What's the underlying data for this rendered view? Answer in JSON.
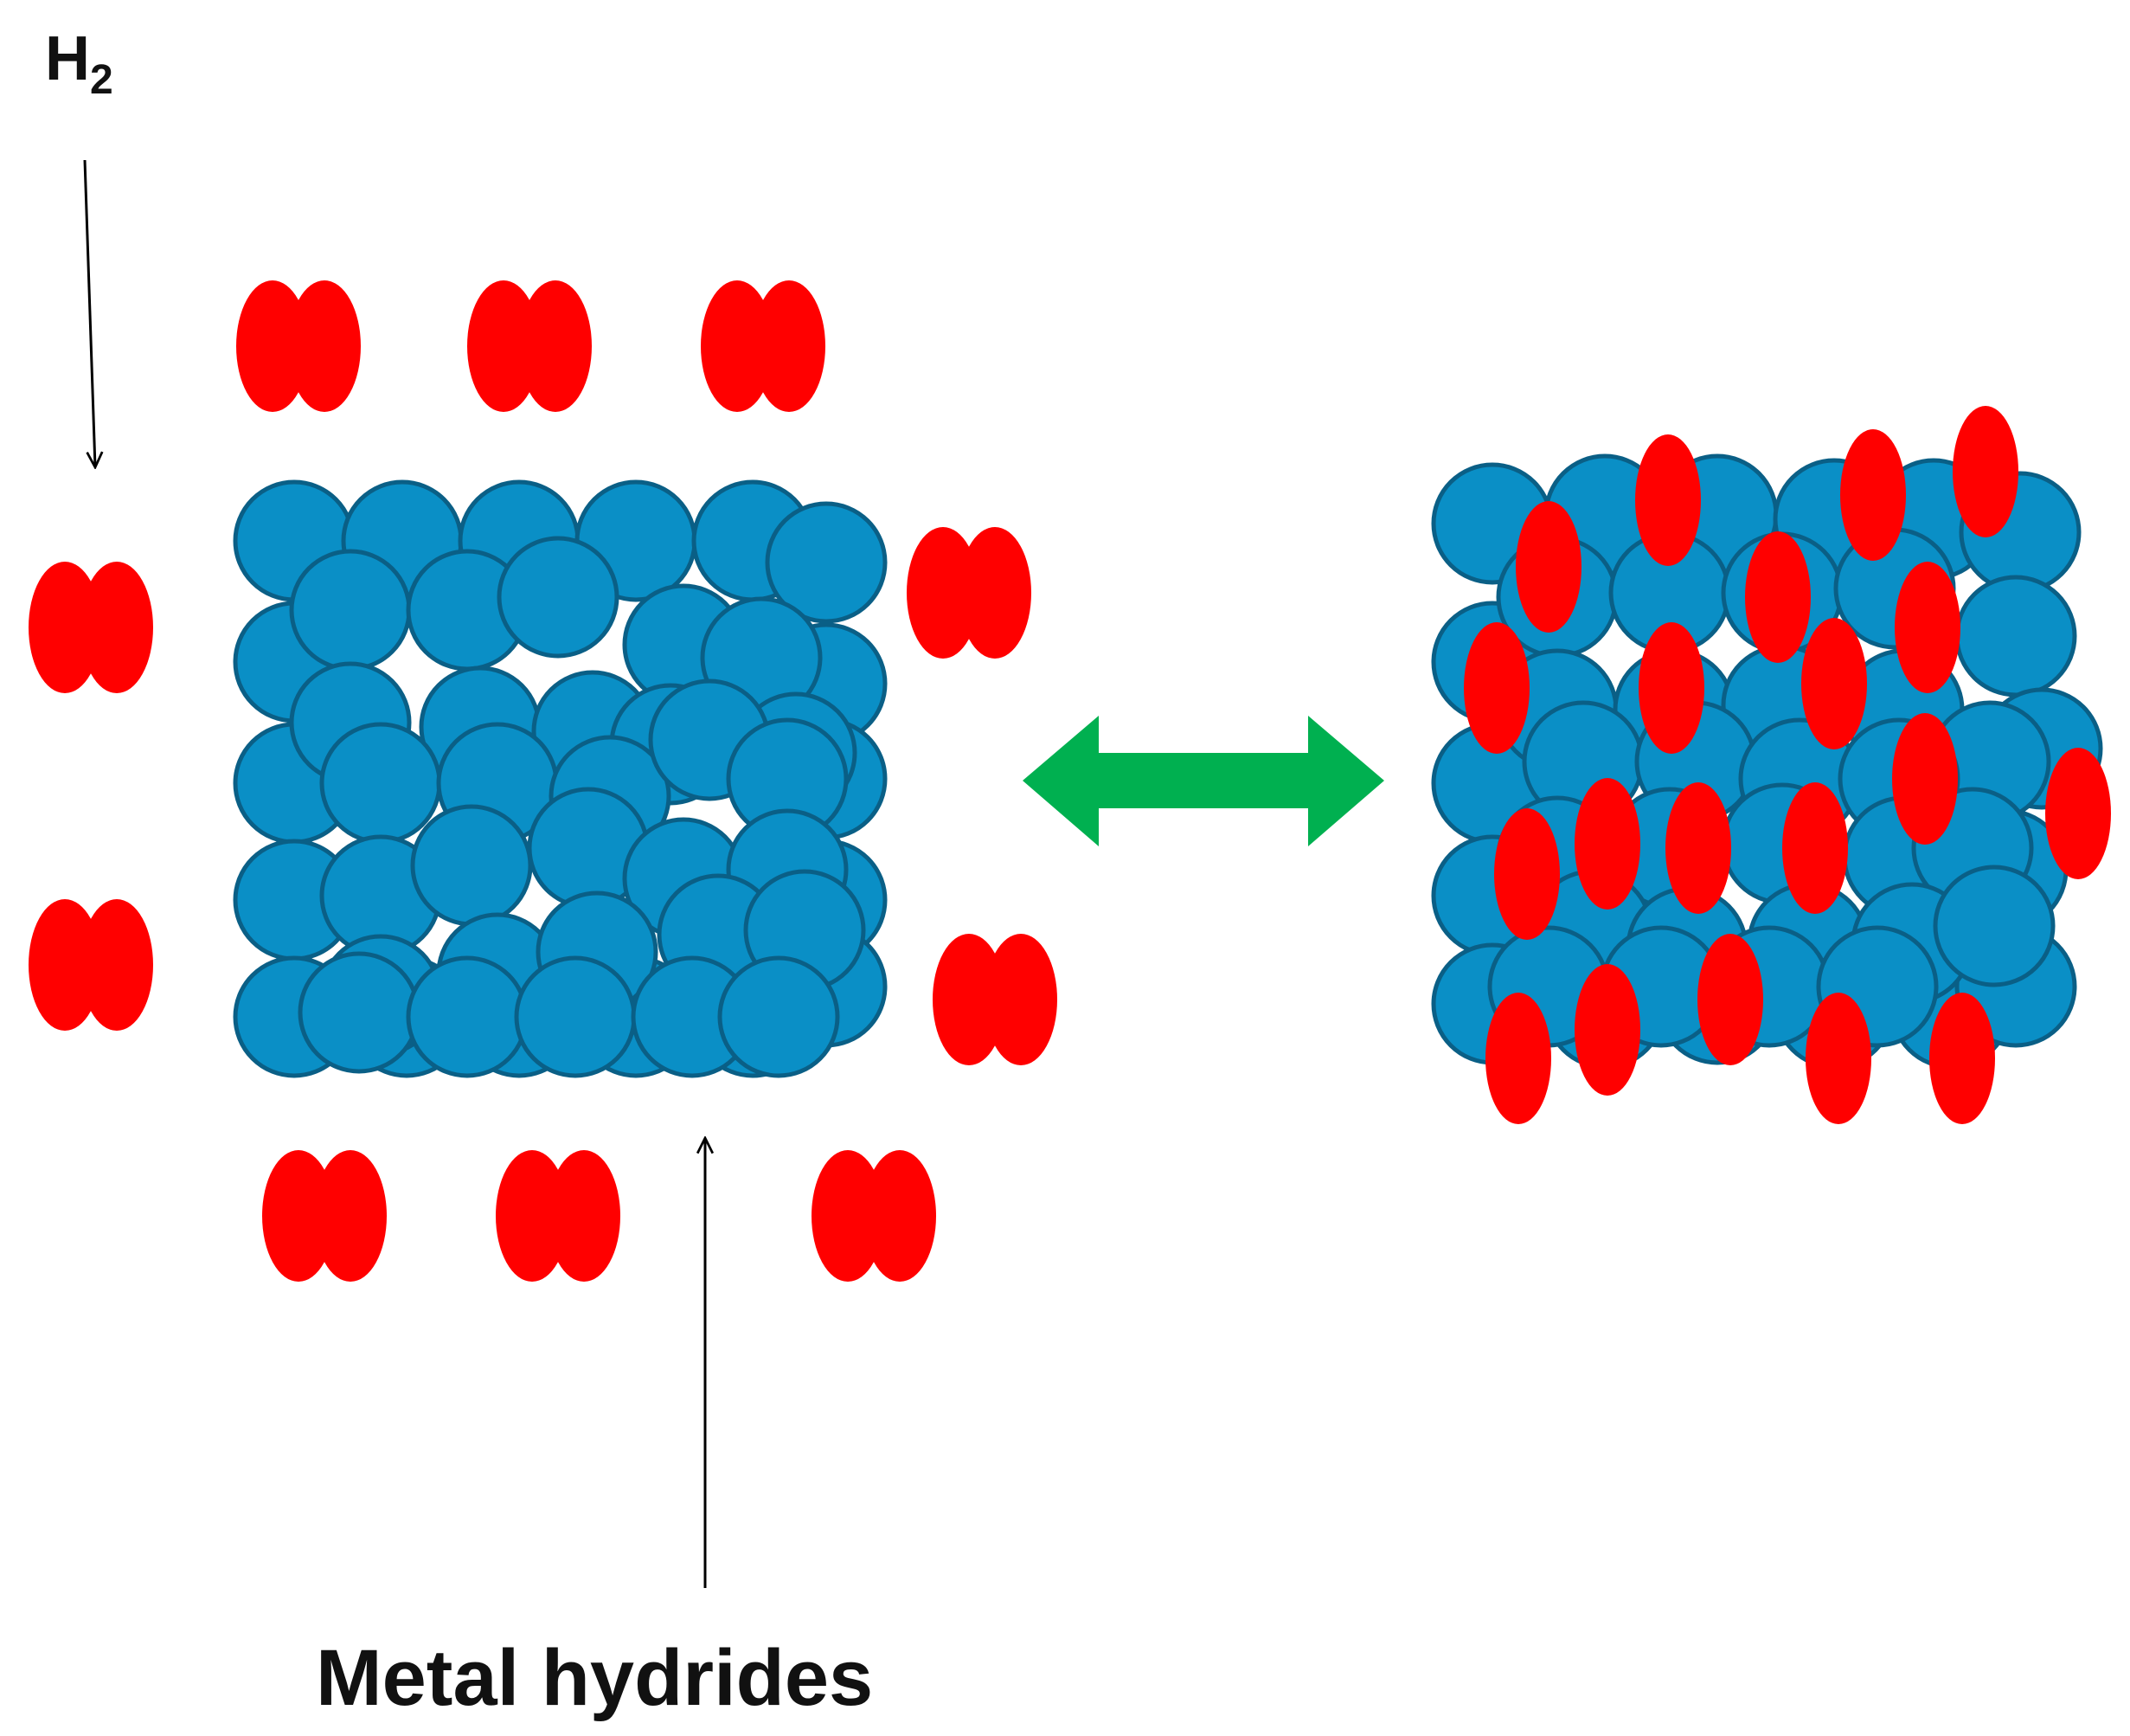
{
  "labels": {
    "h2_main": "H",
    "h2_sub": "2",
    "metal_hydrides": "Metal hydrides"
  },
  "colors": {
    "metal_fill": "#0a8fc6",
    "metal_stroke": "#0a5f86",
    "hydrogen": "#ff0000",
    "double_arrow": "#00b050",
    "annotation_arrow": "#000000",
    "background": "#ffffff"
  },
  "diagram": {
    "left_state": "metal lattice surrounded by H2 molecules",
    "right_state": "metal lattice with absorbed hydrogen atoms",
    "transition": "reversible (double-headed arrow)"
  }
}
